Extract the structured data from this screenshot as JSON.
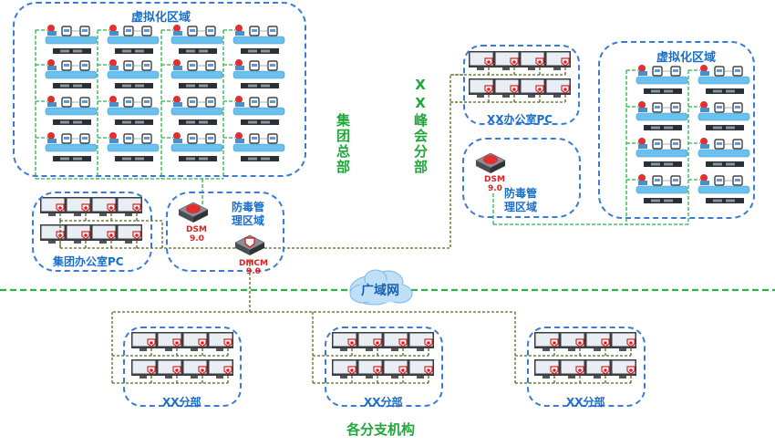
{
  "diagram": {
    "colors": {
      "zone_border": "#3a7bd5",
      "zone_label": "#1a6fc9",
      "region_label": "#1fa83a",
      "server_label": "#e02020",
      "lan_line": "#556b1f",
      "vm_line": "#2bb34a",
      "wan_line": "#2bb34a",
      "cloud_fill": "#bfe0f7"
    },
    "hq": {
      "region_label": "集团总部",
      "virtualization_zone": {
        "label": "虚拟化区域",
        "hosts_columns": 4,
        "hosts_rows": 4
      },
      "office_pc_zone": {
        "label": "集团办公室PC",
        "pcs": 8
      },
      "av_mgmt_zone": {
        "label": "防毒管理区域",
        "dsm": {
          "name": "DSM",
          "version": "9.0"
        },
        "dmcm": {
          "name": "DMCM",
          "version": "9.0"
        }
      }
    },
    "branch_xx": {
      "region_label": "XX峰会分部",
      "office_pc_zone": {
        "label": "XX办公室PC",
        "pcs": 8
      },
      "av_mgmt_zone": {
        "label": "防毒管理区域",
        "dsm": {
          "name": "DSM",
          "version": "9.0"
        }
      },
      "virtualization_zone": {
        "label": "虚拟化区域",
        "hosts_columns": 2,
        "hosts_rows": 4
      }
    },
    "wan": {
      "label": "广域网"
    },
    "branches": {
      "region_label": "各分支机构",
      "offices": [
        {
          "label": "XX分部",
          "pcs": 8
        },
        {
          "label": "XX分部",
          "pcs": 8
        },
        {
          "label": "XX分部",
          "pcs": 8
        }
      ]
    }
  }
}
